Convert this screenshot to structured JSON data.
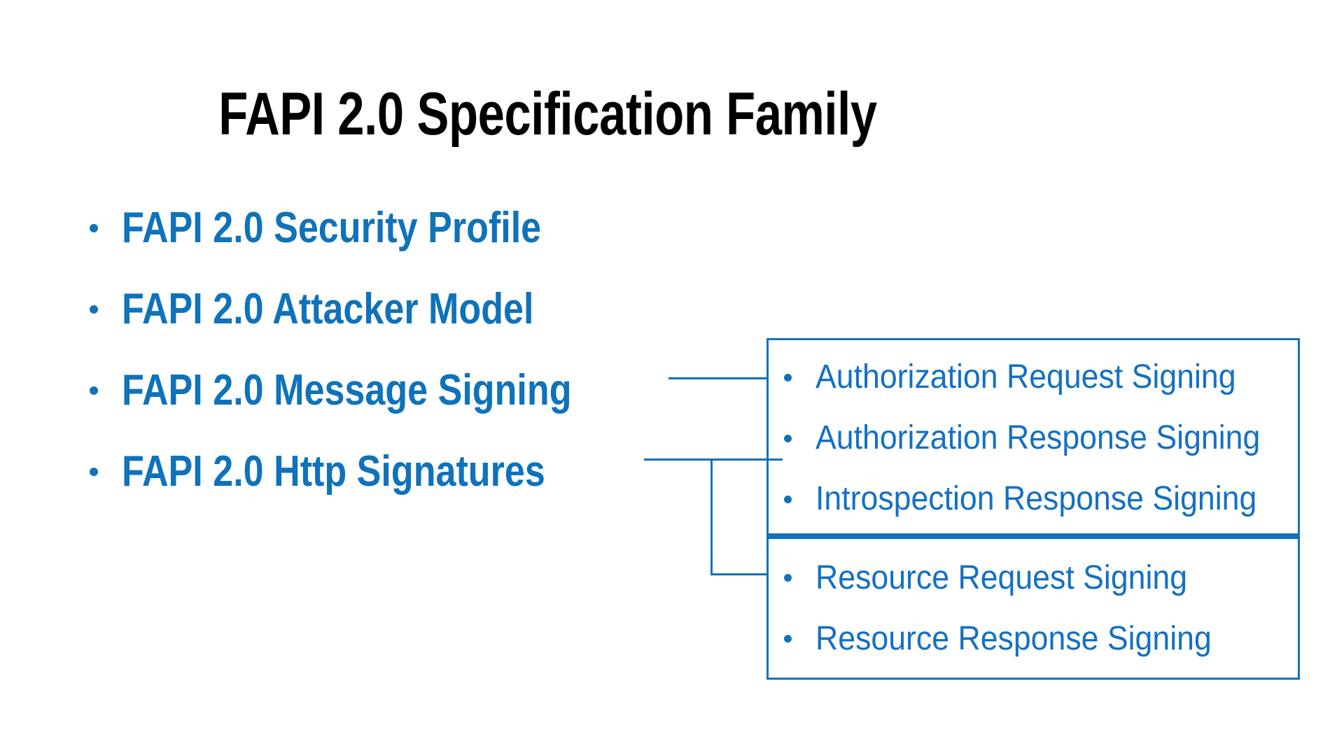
{
  "slide": {
    "title": "FAPI 2.0 Specification Family",
    "background_color": "#FFFFFF",
    "accent_color": "#0F72BA",
    "title_color": "#000000"
  },
  "main_list": {
    "items": [
      {
        "label": "FAPI 2.0 Security Profile"
      },
      {
        "label": "FAPI 2.0 Attacker Model"
      },
      {
        "label": "FAPI 2.0 Message Signing"
      },
      {
        "label": "FAPI 2.0 Http Signatures"
      }
    ]
  },
  "groups": [
    {
      "name": "message-signing-group",
      "items": [
        {
          "label": "Authorization Request Signing"
        },
        {
          "label": "Authorization Response Signing"
        },
        {
          "label": "Introspection Response Signing"
        }
      ]
    },
    {
      "name": "http-signatures-group",
      "items": [
        {
          "label": "Resource Request Signing"
        },
        {
          "label": "Resource Response Signing"
        }
      ]
    }
  ]
}
